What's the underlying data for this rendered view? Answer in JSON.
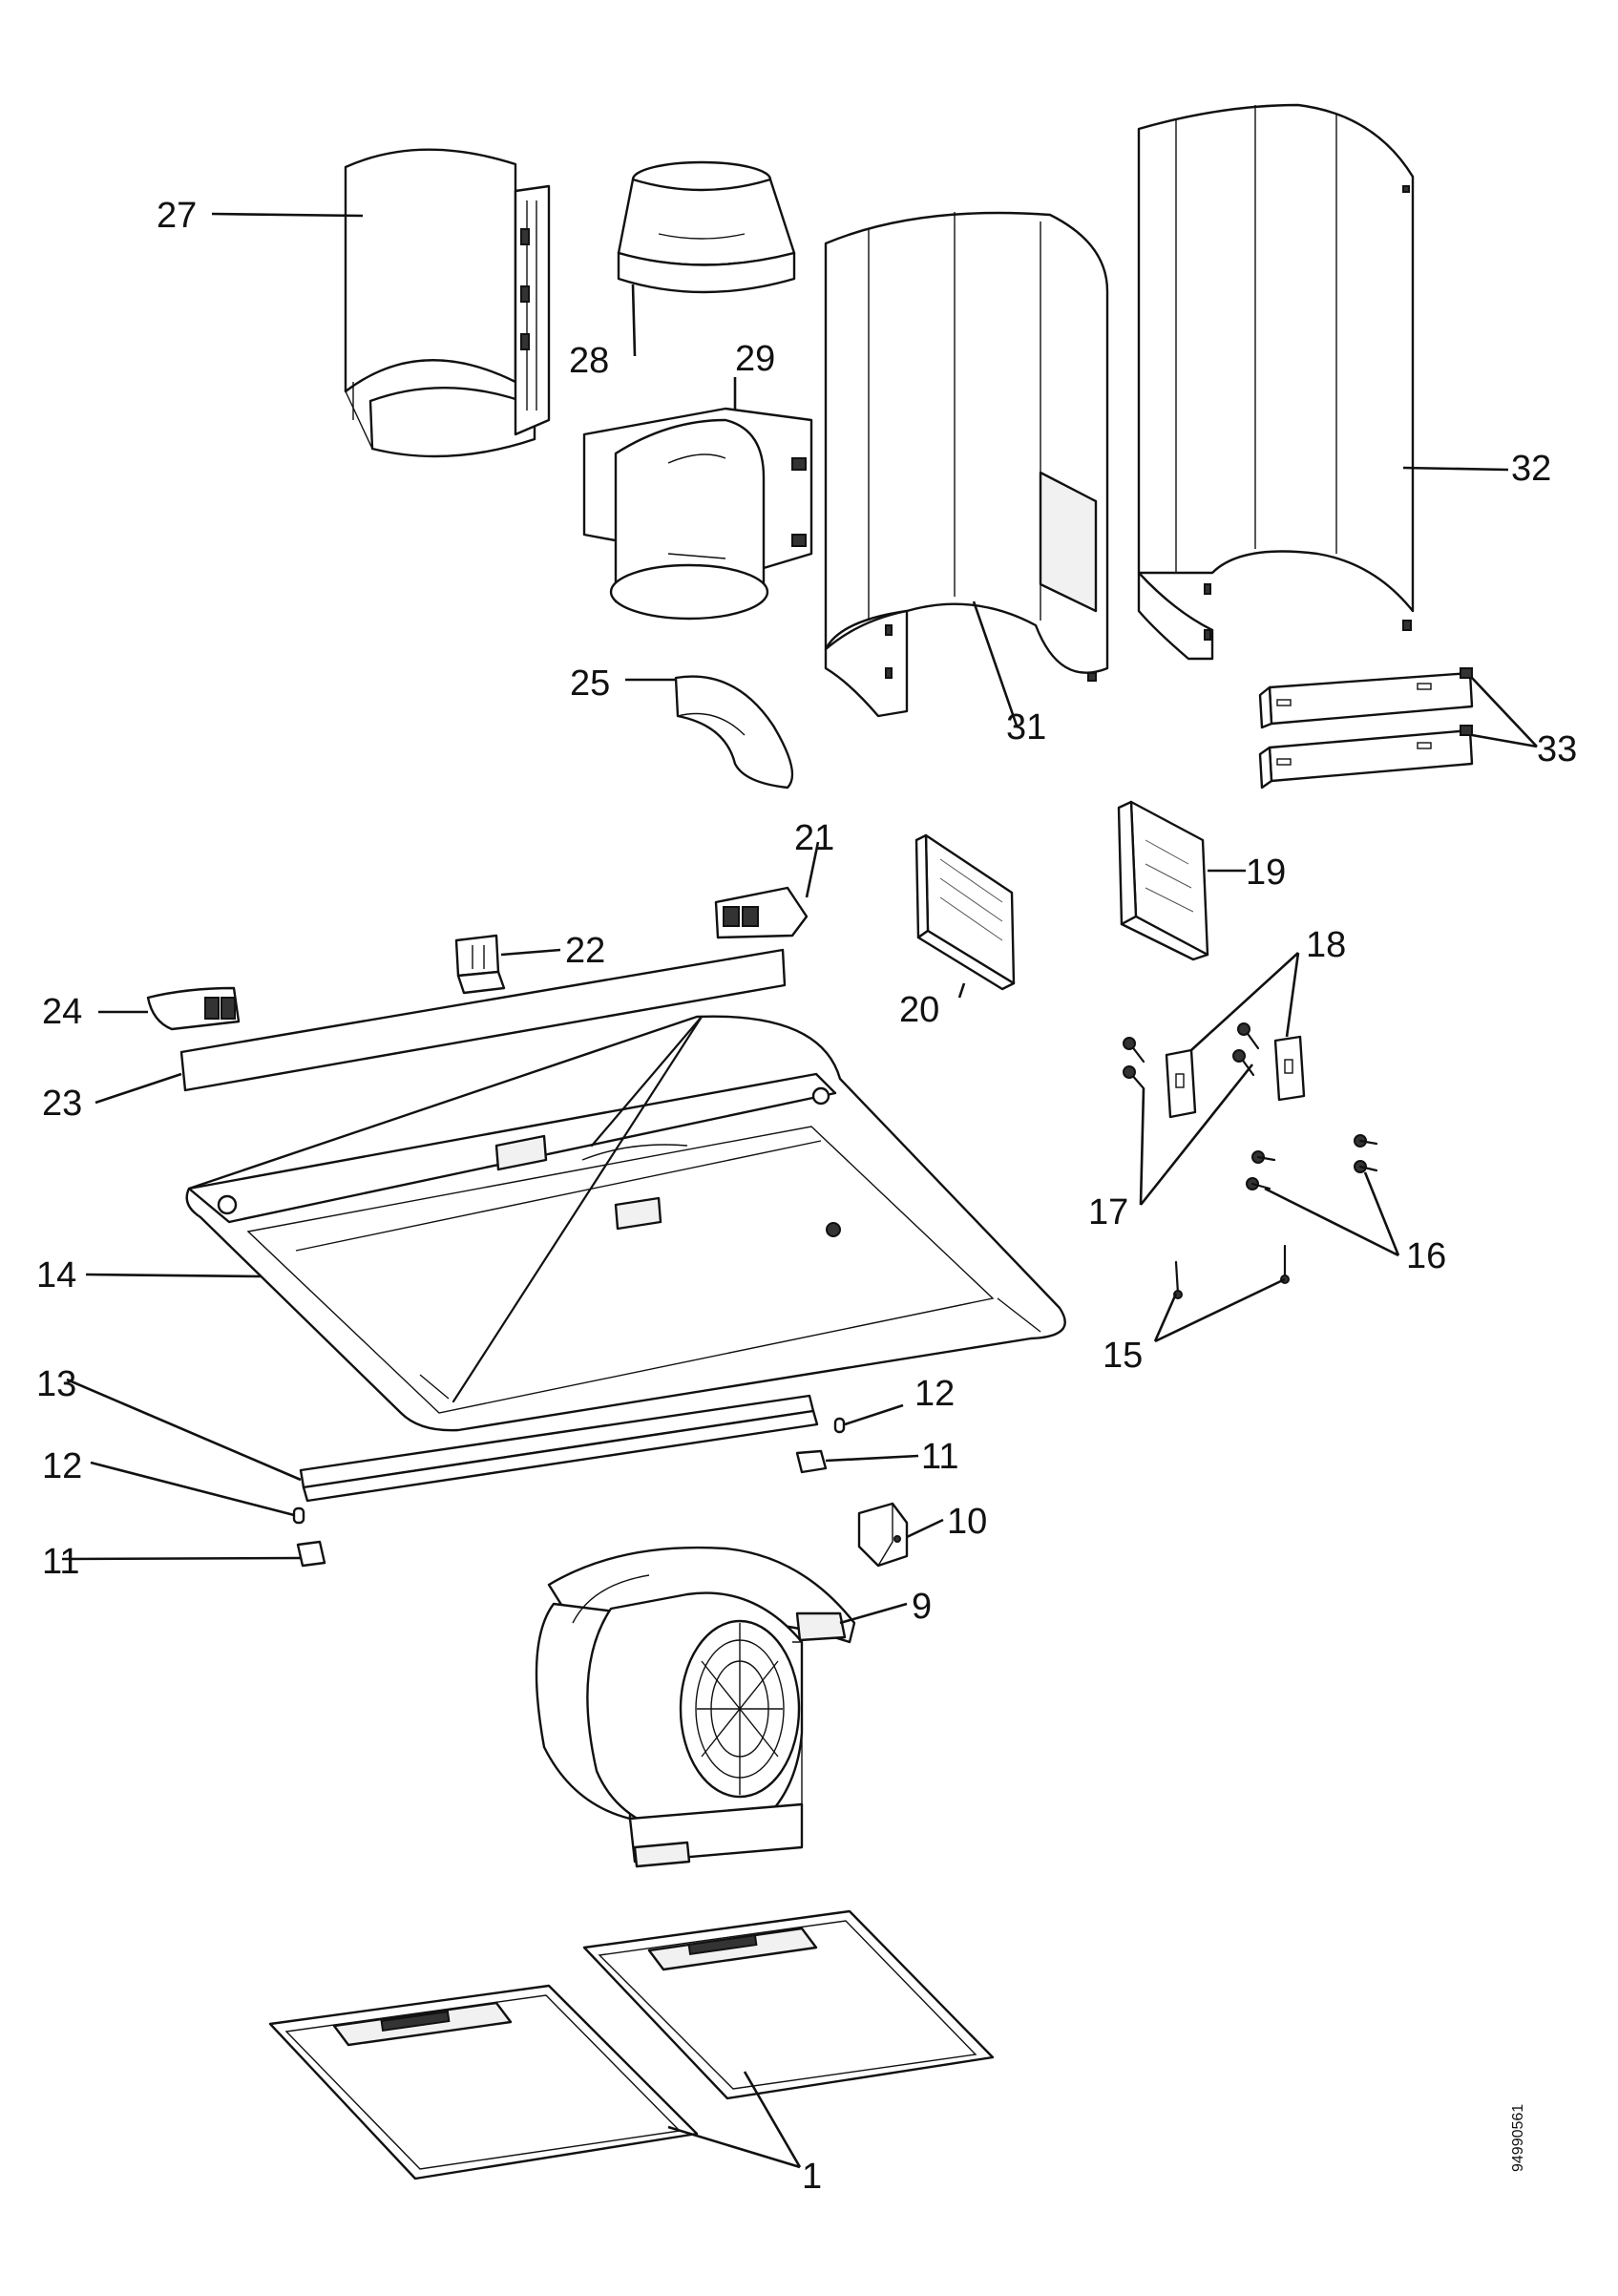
{
  "diagram": {
    "reference_code": "94990561",
    "labels": [
      {
        "id": "l1",
        "text": "1"
      },
      {
        "id": "l9",
        "text": "9"
      },
      {
        "id": "l10",
        "text": "10"
      },
      {
        "id": "l11a",
        "text": "11"
      },
      {
        "id": "l11b",
        "text": "11"
      },
      {
        "id": "l12a",
        "text": "12"
      },
      {
        "id": "l12b",
        "text": "12"
      },
      {
        "id": "l13",
        "text": "13"
      },
      {
        "id": "l14",
        "text": "14"
      },
      {
        "id": "l15",
        "text": "15"
      },
      {
        "id": "l16",
        "text": "16"
      },
      {
        "id": "l17",
        "text": "17"
      },
      {
        "id": "l18",
        "text": "18"
      },
      {
        "id": "l19",
        "text": "19"
      },
      {
        "id": "l20",
        "text": "20"
      },
      {
        "id": "l21",
        "text": "21"
      },
      {
        "id": "l22",
        "text": "22"
      },
      {
        "id": "l23",
        "text": "23"
      },
      {
        "id": "l24",
        "text": "24"
      },
      {
        "id": "l25",
        "text": "25"
      },
      {
        "id": "l27",
        "text": "27"
      },
      {
        "id": "l28",
        "text": "28"
      },
      {
        "id": "l29",
        "text": "29"
      },
      {
        "id": "l31",
        "text": "31"
      },
      {
        "id": "l32",
        "text": "32"
      },
      {
        "id": "l33",
        "text": "33"
      }
    ]
  }
}
